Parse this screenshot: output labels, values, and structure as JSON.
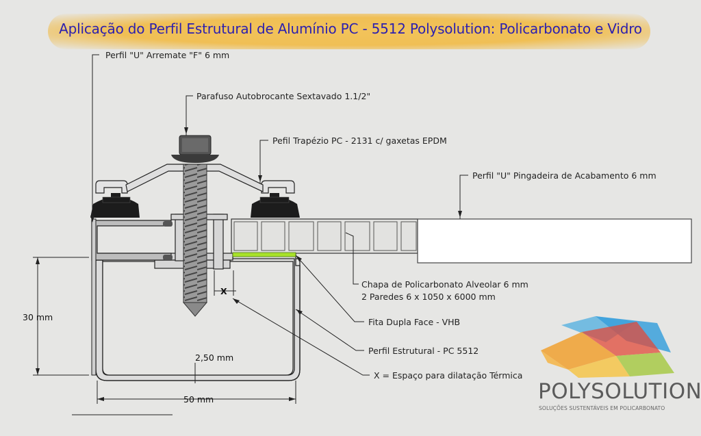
{
  "title": "Aplicação do Perfil Estrutural de Alumínio PC - 5512 Polysolution: Policarbonato e Vidro",
  "labels": {
    "arremate": "Perfil \"U\" Arremate \"F\" 6 mm",
    "parafuso": "Parafuso Autobrocante Sextavado 1.1/2\"",
    "trapezio": "Pefil Trapézio PC - 2131 c/ gaxetas EPDM",
    "pingadeira": "Perfil \"U\" Pingadeira de Acabamento 6 mm",
    "chapa_line1": "Chapa de Policarbonato Alveolar 6 mm",
    "chapa_line2": "2 Paredes 6 x 1050 x 6000 mm",
    "fita": "Fita Dupla Face - VHB",
    "estrutural": "Perfil Estrutural - PC 5512",
    "espaco": "X = Espaço para dilatação Térmica"
  },
  "dimensions": {
    "height": "30 mm",
    "width": "50 mm",
    "wall": "2,50 mm",
    "gap": "X"
  },
  "logo": {
    "name": "POLYSOLUTION",
    "tagline": "SOLUÇÕES SUSTENTÁVEIS EM POLICARBONATO"
  },
  "colors": {
    "title": "#2b1fb0",
    "title_glow": "#f0bf55",
    "tape": "#a8e22a",
    "aluminium": "#d9d9d9",
    "gasket": "#1c1c1c"
  }
}
